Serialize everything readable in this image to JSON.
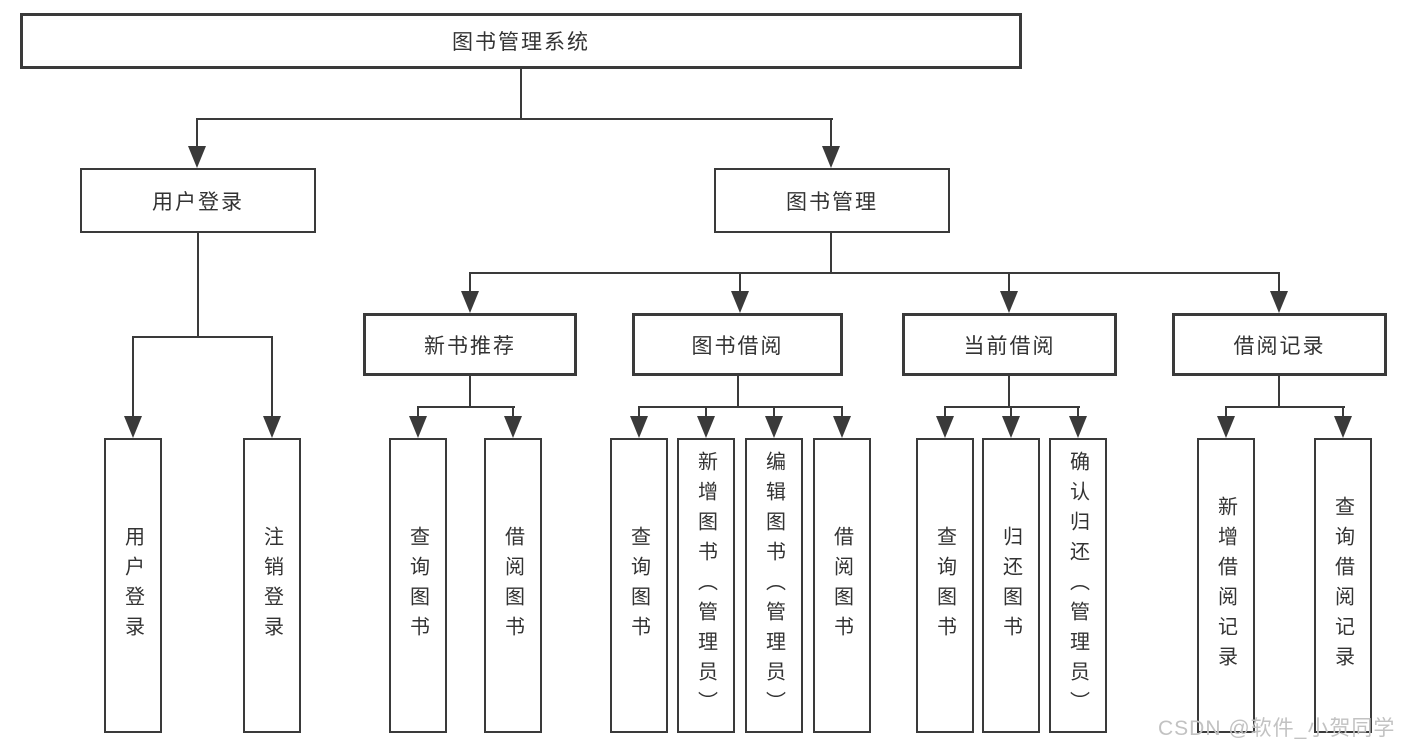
{
  "diagram": {
    "title": "图书管理系统",
    "colors": {
      "line": "#3a3a3a",
      "box_border": "#3a3a3a",
      "text": "#333333",
      "watermark": "#c2c2c2",
      "background": "#ffffff"
    },
    "root": {
      "label": "图书管理系统",
      "children": [
        {
          "label": "用户登录",
          "children": [
            {
              "label": "用户登录"
            },
            {
              "label": "注销登录"
            }
          ]
        },
        {
          "label": "图书管理",
          "children": [
            {
              "label": "新书推荐",
              "children": [
                {
                  "label": "查询图书"
                },
                {
                  "label": "借阅图书"
                }
              ]
            },
            {
              "label": "图书借阅",
              "children": [
                {
                  "label": "查询图书"
                },
                {
                  "label": "新增图书（管理员）"
                },
                {
                  "label": "编辑图书（管理员）"
                },
                {
                  "label": "借阅图书"
                }
              ]
            },
            {
              "label": "当前借阅",
              "children": [
                {
                  "label": "查询图书"
                },
                {
                  "label": "归还图书"
                },
                {
                  "label": "确认归还（管理员）"
                }
              ]
            },
            {
              "label": "借阅记录",
              "children": [
                {
                  "label": "新增借阅记录"
                },
                {
                  "label": "查询借阅记录"
                }
              ]
            }
          ]
        }
      ]
    },
    "watermark": {
      "text": "CSDN @软件_小贺同学"
    }
  }
}
